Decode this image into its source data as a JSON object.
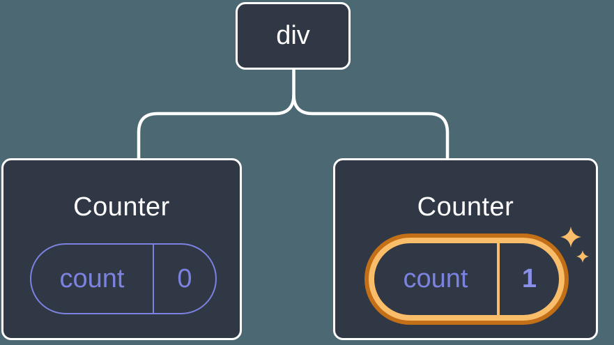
{
  "colors": {
    "background": "#4C6872",
    "node_fill": "#313845",
    "node_border": "#FFFFFF",
    "connector_line": "#FFFFFF",
    "state_purple": "#7B82E0",
    "state_value_highlight_purple": "#8A90E8",
    "highlight_ring_dark_orange": "#C36F17",
    "highlight_ring_light_orange": "#FABD69",
    "sparkle_orange": "#FABD69"
  },
  "diagram": {
    "root": {
      "label": "div"
    },
    "children": [
      {
        "title": "Counter",
        "state": {
          "key": "count",
          "value": "0"
        },
        "highlighted": false
      },
      {
        "title": "Counter",
        "state": {
          "key": "count",
          "value": "1"
        },
        "highlighted": true
      }
    ]
  }
}
